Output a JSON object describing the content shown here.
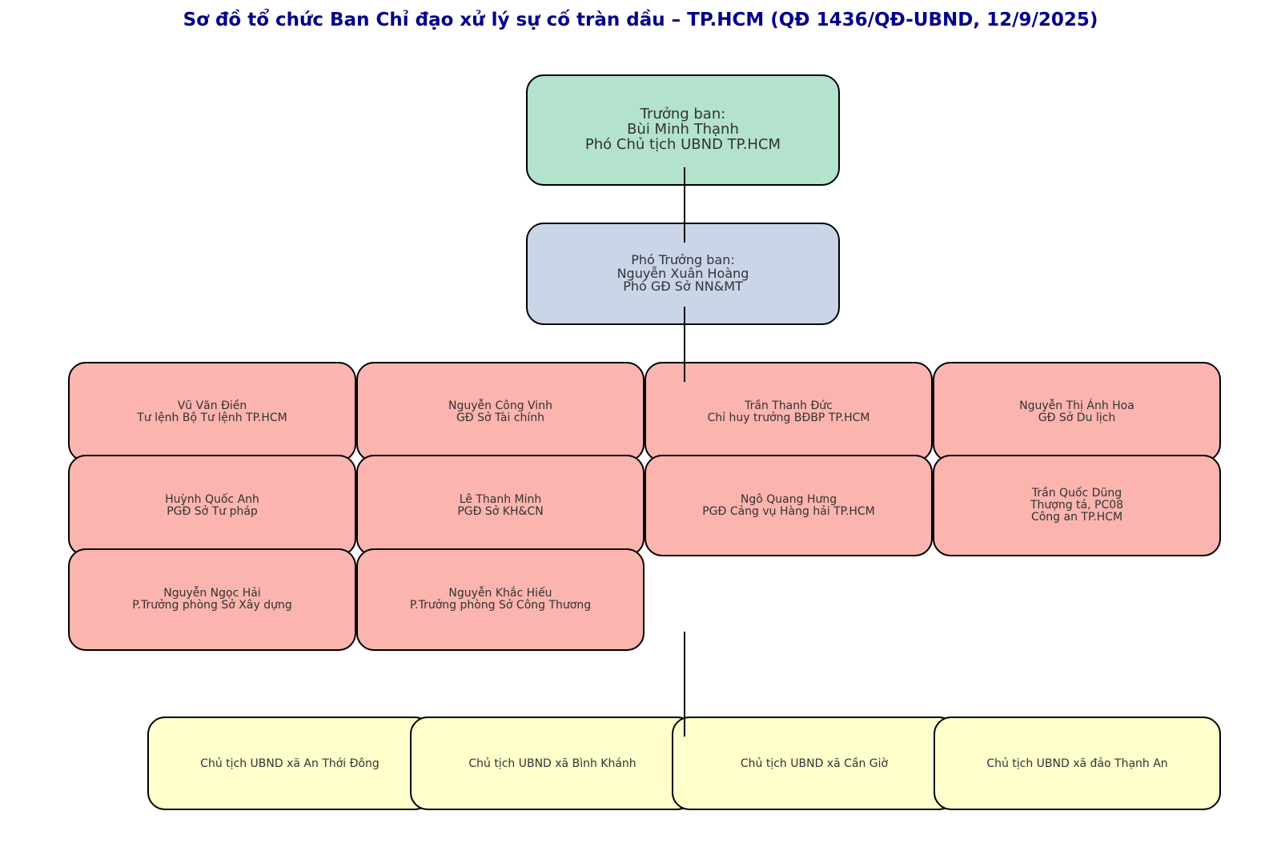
{
  "title": "Sơ đồ tổ chức Ban Chỉ đạo xử lý sự cố tràn dầu – TP.HCM (QĐ 1436/QĐ-UBND, 12/9/2025)",
  "colors": {
    "title": "#00008b",
    "lead": "#b3e2cd",
    "deputy": "#cbd5e8",
    "member": "#fbb4ae",
    "commune": "#ffffcc",
    "border": "#000000"
  },
  "lead": {
    "lines": [
      "Trưởng ban:",
      "Bùi Minh Thạnh",
      "Phó Chủ tịch UBND TP.HCM"
    ]
  },
  "deputy": {
    "lines": [
      "Phó Trưởng ban:",
      "Nguyễn Xuân Hoàng",
      "Phó GĐ Sở NN&MT"
    ]
  },
  "members": [
    {
      "lines": [
        "Vũ Văn Điền",
        "Tư lệnh Bộ Tư lệnh TP.HCM"
      ]
    },
    {
      "lines": [
        "Nguyễn Công Vinh",
        "GĐ Sở Tài chính"
      ]
    },
    {
      "lines": [
        "Trần Thanh Đức",
        "Chỉ huy trưởng BĐBP TP.HCM"
      ]
    },
    {
      "lines": [
        "Nguyễn Thị Ánh Hoa",
        "GĐ Sở Du lịch"
      ]
    },
    {
      "lines": [
        "Huỳnh Quốc Anh",
        "PGĐ Sở Tư pháp"
      ]
    },
    {
      "lines": [
        "Lê Thanh Minh",
        "PGĐ Sở KH&CN"
      ]
    },
    {
      "lines": [
        "Ngô Quang Hưng",
        "PGĐ Cảng vụ Hàng hải TP.HCM"
      ]
    },
    {
      "lines": [
        "Trần Quốc Dũng",
        "Thượng tá, PC08",
        "Công an TP.HCM"
      ]
    },
    {
      "lines": [
        "Nguyễn Ngọc Hải",
        "P.Trưởng phòng Sở Xây dựng"
      ]
    },
    {
      "lines": [
        "Nguyễn Khắc Hiếu",
        "P.Trưởng phòng Sở Công Thương"
      ]
    }
  ],
  "communes": [
    {
      "label": "Chủ tịch UBND xã An Thới Đông"
    },
    {
      "label": "Chủ tịch UBND xã Bình Khánh"
    },
    {
      "label": "Chủ tịch UBND xã Cần Giờ"
    },
    {
      "label": "Chủ tịch UBND xã đảo Thạnh An"
    }
  ]
}
